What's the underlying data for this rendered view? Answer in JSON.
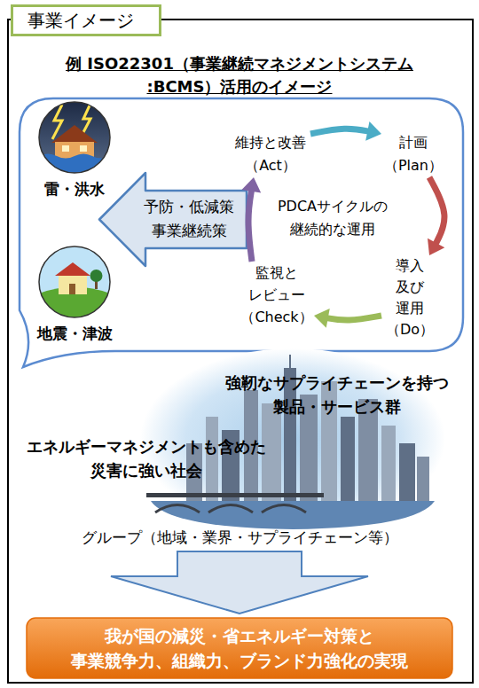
{
  "diagram": {
    "title": "例 ISO22301（事業継続マネジメントシステム :BCMS）活用のイメージ",
    "nodes": [
      {
        "text": [
          "事業イメージ"
        ]
      },
      {
        "text": [
          "雷・洪水"
        ]
      },
      {
        "text": [
          "維持と改善 （Act）"
        ]
      },
      {
        "text": [
          "計画 （Plan）"
        ]
      },
      {
        "text": [
          "予防・低減策 事業継続策"
        ]
      },
      {
        "text": [
          "監視と レビュー （Check）"
        ]
      },
      {
        "text": [
          "導入 及び 運用 （Do）"
        ]
      },
      {
        "text": [
          "地震・津波"
        ]
      },
      {
        "text": [
          "我が国の減災・省エネルギー対策と 事業競争力、組織力、ブランド力強化の実現"
        ]
      }
    ],
    "edges": [
      {
        "from": 2,
        "to": 3,
        "arrow": "to"
      },
      {
        "from": 3,
        "to": 6,
        "arrow": "to"
      },
      {
        "from": 6,
        "to": 5,
        "arrow": "to"
      },
      {
        "from": 5,
        "to": 2,
        "arrow": "to"
      }
    ],
    "labels": [
      "PDCAサイクルの 継続的な運用",
      "強靭なサプライチェーンを持つ 製品・サービス群",
      "エネルギーマネジメントも含めた 災害に強い社会",
      "グループ（地域・業界・サプライチェーン等）"
    ]
  }
}
